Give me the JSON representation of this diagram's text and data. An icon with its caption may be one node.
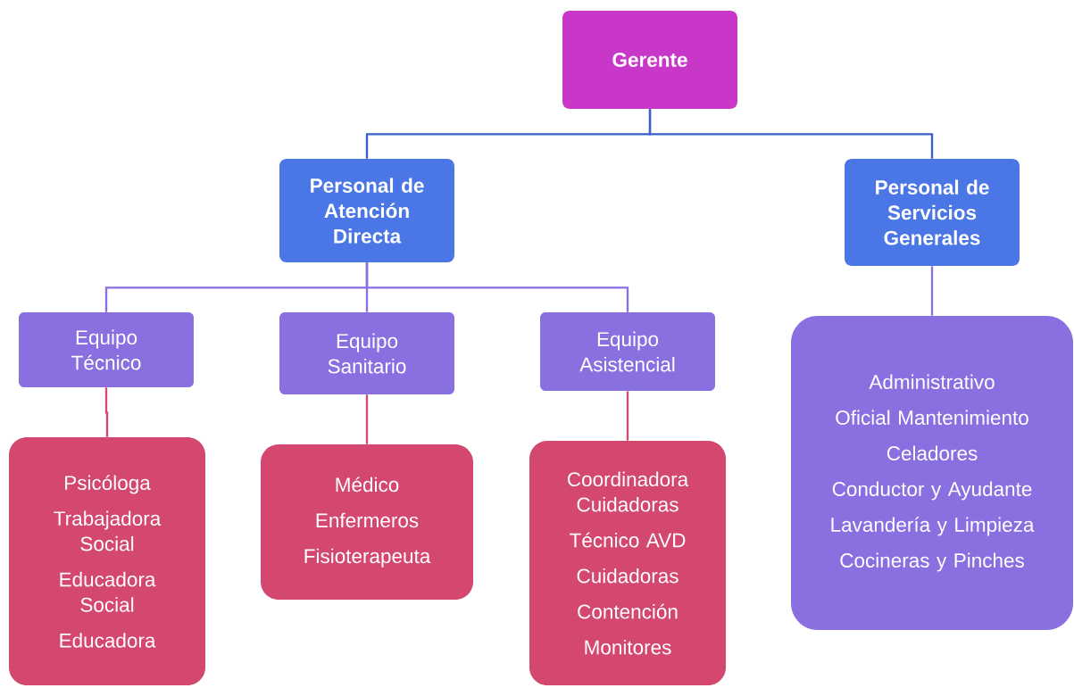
{
  "diagram": {
    "nodes": [
      {
        "text": [
          "Gerente"
        ]
      },
      {
        "text": [
          "Personal de Atención Directa"
        ]
      },
      {
        "text": [
          "Personal de Servicios Generales"
        ]
      },
      {
        "text": [
          "Equipo Técnico"
        ]
      },
      {
        "text": [
          "Equipo Sanitario"
        ]
      },
      {
        "text": [
          "Equipo Asistencial"
        ]
      },
      {
        "text": [
          "Psicóloga",
          "Trabajadora Social",
          "Educadora Social",
          "Educadora"
        ]
      },
      {
        "text": [
          "Médico",
          "Enfermeros",
          "Fisioterapeuta"
        ]
      },
      {
        "text": [
          "Coordinadora Cuidadoras",
          "Técnico AVD",
          "Cuidadoras",
          "Contención",
          "Monitores"
        ]
      },
      {
        "text": [
          "Administrativo",
          "Oficial Mantenimiento",
          "Celadores",
          "Conductor y Ayudante",
          "Lavandería y Limpieza",
          "Cocineras y Pinches"
        ]
      }
    ],
    "edges": [
      {
        "from": 0,
        "to": 1,
        "arrow": "none",
        "color": "#3a5fcd"
      },
      {
        "from": 0,
        "to": 2,
        "arrow": "none",
        "color": "#3a5fcd"
      },
      {
        "from": 1,
        "to": 3,
        "arrow": "none",
        "color": "#8a6fe0"
      },
      {
        "from": 1,
        "to": 4,
        "arrow": "none",
        "color": "#8a6fe0"
      },
      {
        "from": 1,
        "to": 5,
        "arrow": "none",
        "color": "#8a6fe0"
      },
      {
        "from": 2,
        "to": 9,
        "arrow": "none",
        "color": "#8a6fe0"
      },
      {
        "from": 3,
        "to": 6,
        "arrow": "none",
        "color": "#d4476e"
      },
      {
        "from": 4,
        "to": 7,
        "arrow": "none",
        "color": "#d4476e"
      },
      {
        "from": 5,
        "to": 8,
        "arrow": "none",
        "color": "#d4476e"
      }
    ]
  }
}
